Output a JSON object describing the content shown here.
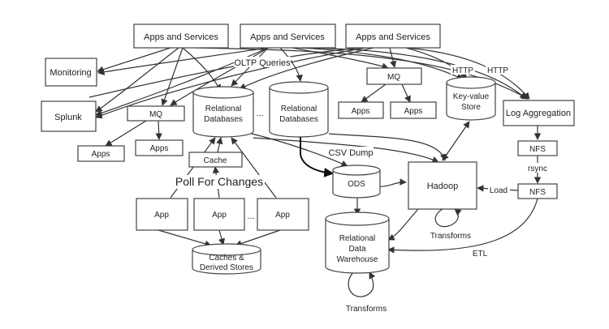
{
  "nodes": {
    "apps_services_1": "Apps and Services",
    "apps_services_2": "Apps and Services",
    "apps_services_3": "Apps and Services",
    "monitoring": "Monitoring",
    "splunk": "Splunk",
    "mq_left": "MQ",
    "mq_right": "MQ",
    "apps_left_1": "Apps",
    "apps_left_2": "Apps",
    "apps_right_1": "Apps",
    "apps_right_2": "Apps",
    "relational_db_1": [
      "Relational",
      "Databases"
    ],
    "relational_db_2": [
      "Relational",
      "Databases"
    ],
    "ellipsis_db": "...",
    "key_value_store": [
      "Key-value",
      "Store"
    ],
    "log_aggregation": "Log Aggregation",
    "nfs_top": "NFS",
    "nfs_bottom": "NFS",
    "cache": "Cache",
    "app_1": "App",
    "app_2": "App",
    "app_3": "App",
    "ellipsis_app": "...",
    "caches_derived": [
      "Caches &",
      "Derived Stores"
    ],
    "ods": "ODS",
    "hadoop": "Hadoop",
    "warehouse": [
      "Relational",
      "Data",
      "Warehouse"
    ]
  },
  "labels": {
    "oltp_queries": "OLTP Queries",
    "http_1": "HTTP",
    "http_2": "HTTP",
    "csv_dump": "CSV Dump",
    "poll_for_changes": "Poll For Changes",
    "rsync": "rsync",
    "load": "Load",
    "etl": "ETL",
    "transforms_hadoop": "Transforms",
    "transforms_warehouse": "Transforms"
  }
}
